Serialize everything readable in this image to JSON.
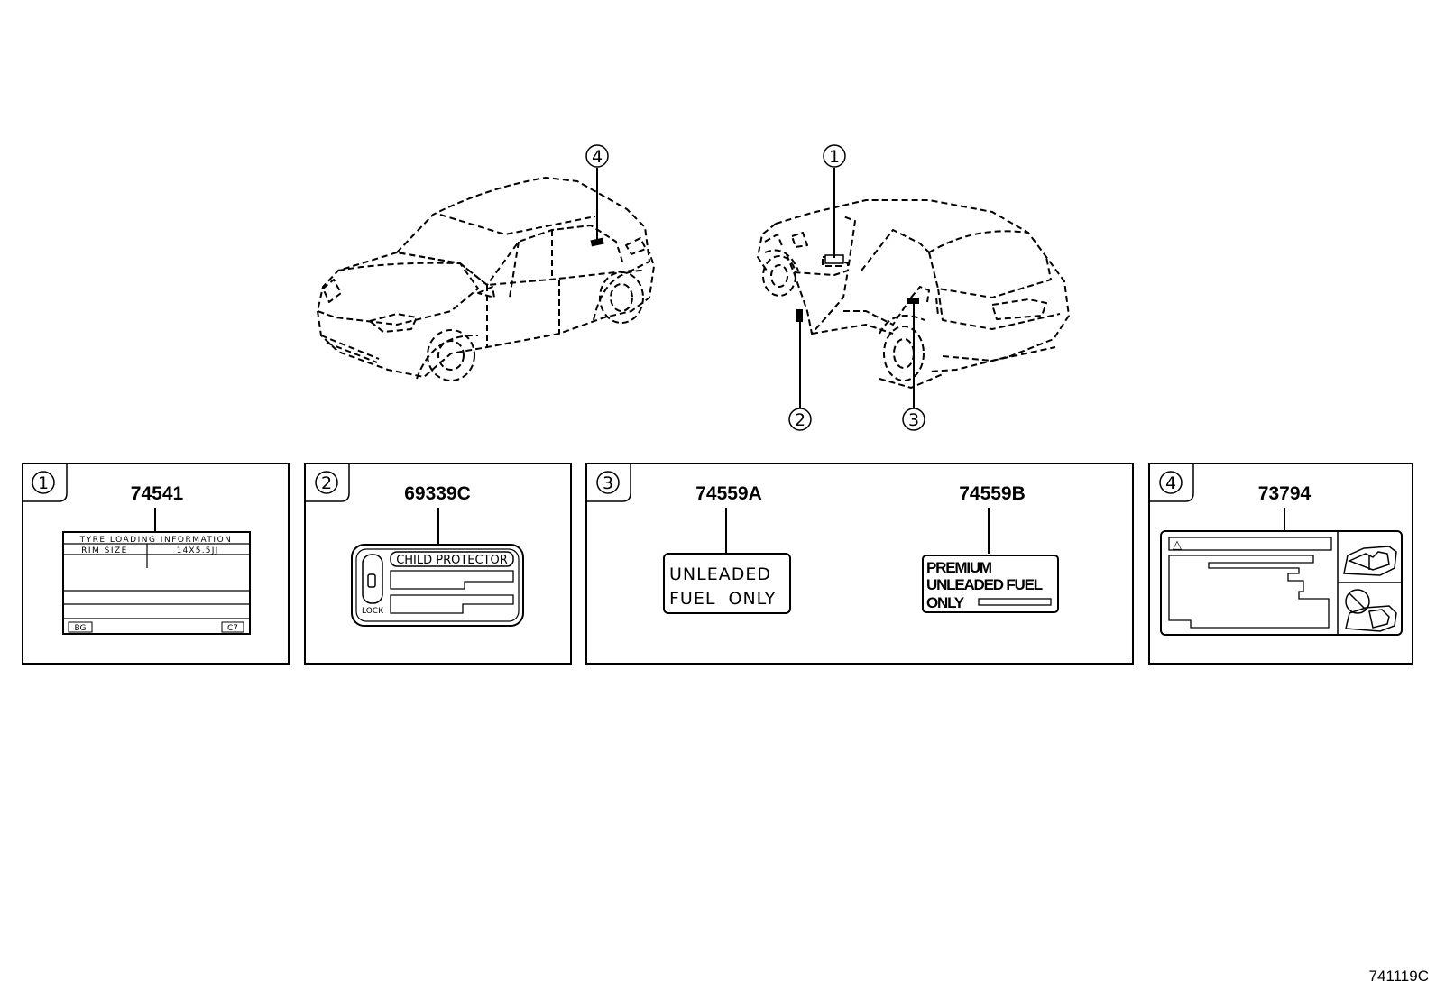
{
  "callouts": {
    "c1": "1",
    "c2": "2",
    "c3": "3",
    "c4": "4"
  },
  "panels": [
    {
      "number": "1",
      "part_numbers": [
        "74541"
      ],
      "label": {
        "title": "TYRE LOADING INFORMATION",
        "col1": "RIM SIZE",
        "col2": "14X5.5JJ",
        "footer_left": "BG",
        "footer_right": "C7"
      }
    },
    {
      "number": "2",
      "part_numbers": [
        "69339C"
      ],
      "label": {
        "title": "CHILD PROTECTOR",
        "lock": "LOCK"
      }
    },
    {
      "number": "3",
      "part_numbers": [
        "74559A",
        "74559B"
      ],
      "label_a": {
        "line1": "UNLEADED",
        "line2": "FUEL  ONLY"
      },
      "label_b": {
        "line1": "PREMIUM",
        "line2": "UNLEADED FUEL",
        "line3": "ONLY"
      }
    },
    {
      "number": "4",
      "part_numbers": [
        "73794"
      ],
      "label": {
        "warning_symbol": "△"
      }
    }
  ],
  "diagram_code": "741119C"
}
